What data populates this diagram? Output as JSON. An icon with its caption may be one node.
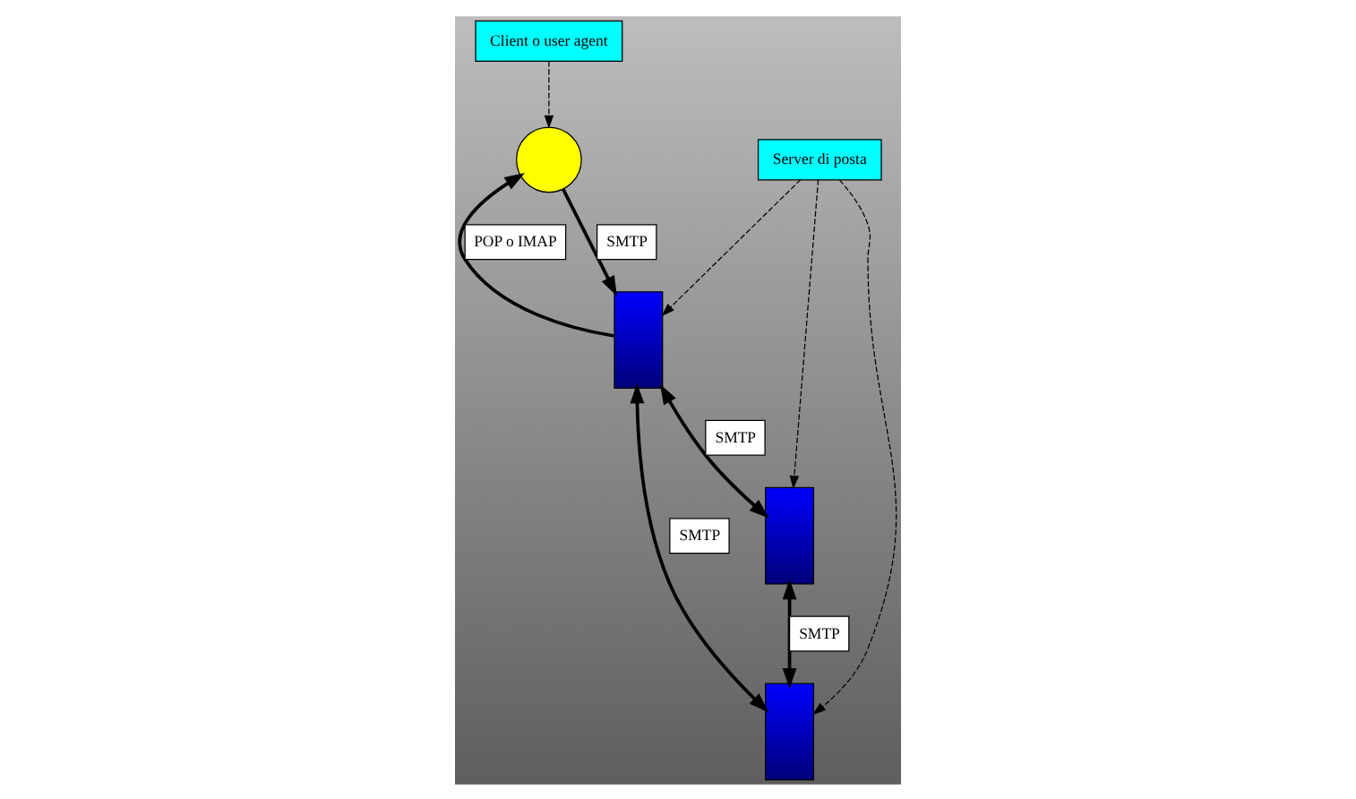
{
  "diagram": {
    "nodes": [
      {
        "text": [
          "Client o user agent"
        ]
      },
      {
        "text": [],
        "shape": "circle"
      },
      {
        "text": [],
        "shape": "bar"
      },
      {
        "text": [],
        "shape": "bar"
      },
      {
        "text": [],
        "shape": "bar"
      },
      {
        "text": [
          "Server di posta"
        ]
      }
    ],
    "edges": [
      {
        "from": 0,
        "to": 1,
        "arrow": "to",
        "style": "dashed"
      },
      {
        "from": 1,
        "to": 2,
        "arrow": "to",
        "label": "SMTP"
      },
      {
        "from": 2,
        "to": 1,
        "arrow": "to",
        "label": "POP o IMAP"
      },
      {
        "from": 2,
        "to": 3,
        "arrow": "both",
        "label": "SMTP"
      },
      {
        "from": 3,
        "to": 4,
        "arrow": "both",
        "label": "SMTP"
      },
      {
        "from": 2,
        "to": 4,
        "arrow": "both",
        "label": "SMTP"
      },
      {
        "from": 5,
        "to": 2,
        "arrow": "to",
        "style": "dashed"
      },
      {
        "from": 5,
        "to": 3,
        "arrow": "to",
        "style": "dashed"
      },
      {
        "from": 5,
        "to": 4,
        "arrow": "to",
        "style": "dashed"
      }
    ]
  }
}
